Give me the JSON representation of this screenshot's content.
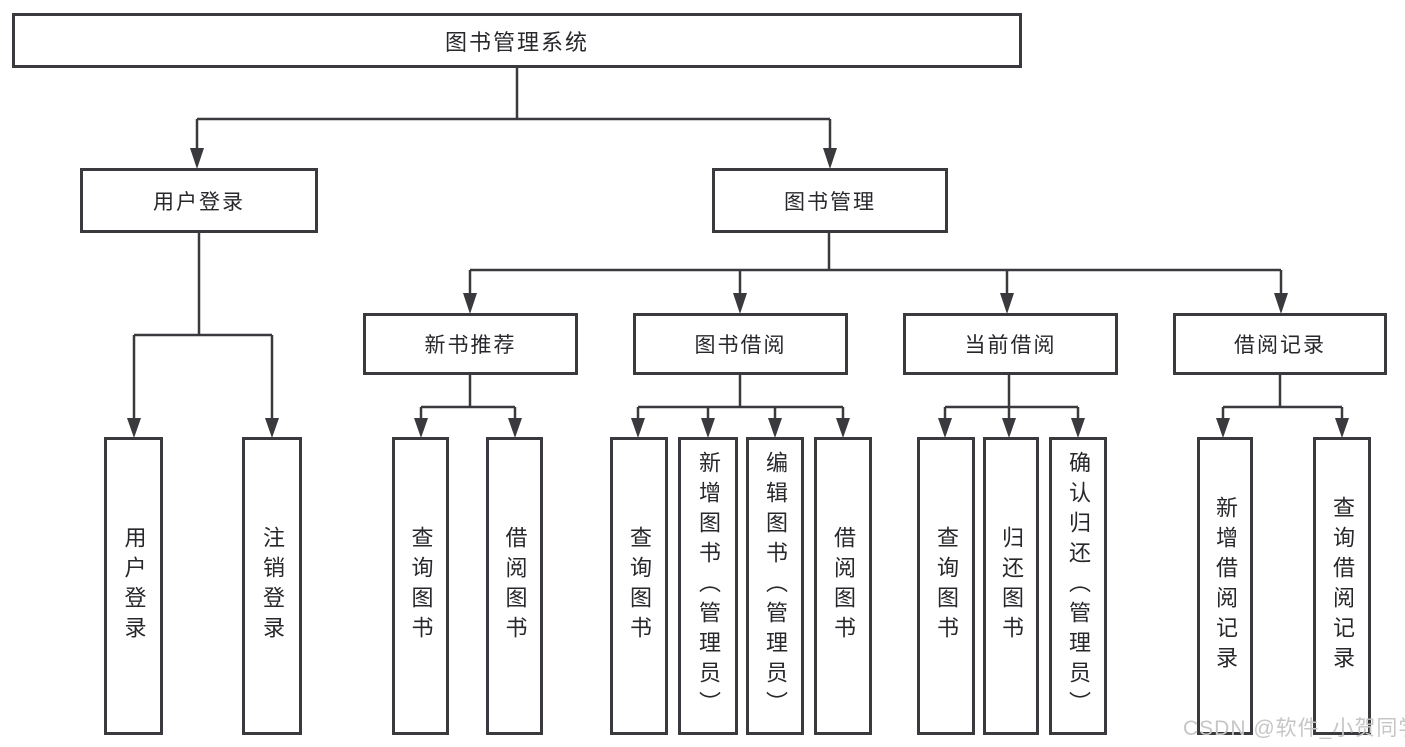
{
  "colors": {
    "background": "#ffffff",
    "line": "#3a3a3e",
    "box_border": "#3a3a3e",
    "text": "#28282c",
    "watermark": "#c6c6c6"
  },
  "watermark": "CSDN @软件_小贺同学",
  "nodes": {
    "root": {
      "label": "图书管理系统"
    },
    "user_login_branch": {
      "label": "用户登录"
    },
    "book_mgmt": {
      "label": "图书管理"
    },
    "user_login": {
      "label": "用户登录"
    },
    "logout": {
      "label": "注销登录"
    },
    "new_books": {
      "label": "新书推荐"
    },
    "book_borrow": {
      "label": "图书借阅"
    },
    "current_borrow": {
      "label": "当前借阅"
    },
    "borrow_records": {
      "label": "借阅记录"
    },
    "nb_query": {
      "label": "查询图书"
    },
    "nb_borrow": {
      "label": "借阅图书"
    },
    "bb_query": {
      "label": "查询图书"
    },
    "bb_add": {
      "label": "新增图书（管理员）"
    },
    "bb_edit": {
      "label": "编辑图书（管理员）"
    },
    "bb_borrow": {
      "label": "借阅图书"
    },
    "cb_query": {
      "label": "查询图书"
    },
    "cb_return": {
      "label": "归还图书"
    },
    "cb_confirm": {
      "label": "确认归还（管理员）"
    },
    "br_add": {
      "label": "新增借阅记录"
    },
    "br_query": {
      "label": "查询借阅记录"
    }
  },
  "hierarchy": {
    "图书管理系统": {
      "用户登录": [
        "用户登录",
        "注销登录"
      ],
      "图书管理": {
        "新书推荐": [
          "查询图书",
          "借阅图书"
        ],
        "图书借阅": [
          "查询图书",
          "新增图书（管理员）",
          "编辑图书（管理员）",
          "借阅图书"
        ],
        "当前借阅": [
          "查询图书",
          "归还图书",
          "确认归还（管理员）"
        ],
        "借阅记录": [
          "新增借阅记录",
          "查询借阅记录"
        ]
      }
    }
  }
}
